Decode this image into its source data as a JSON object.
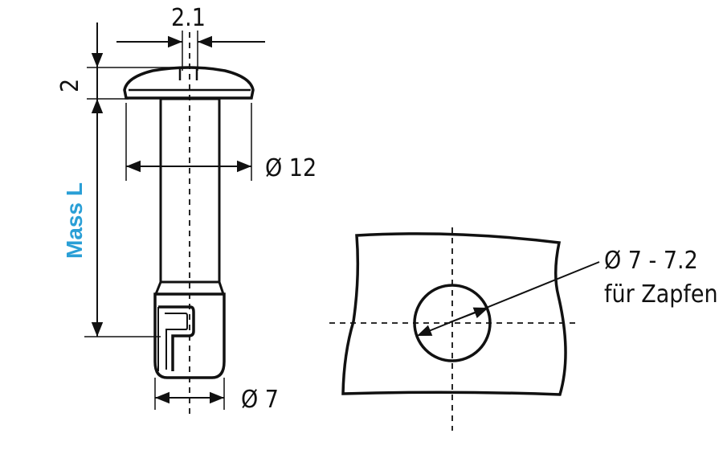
{
  "part_drawing": {
    "dimensions": {
      "slot_width": "2.1",
      "head_height": "2",
      "head_diameter": "Ø 12",
      "length_label": "Mass L",
      "pin_diameter": "Ø 7"
    }
  },
  "hole_drawing": {
    "hole_diameter": "Ø 7 - 7.2",
    "hole_note": "für Zapfen"
  },
  "colors": {
    "accent": "#2a9fd6",
    "line": "#111111"
  }
}
